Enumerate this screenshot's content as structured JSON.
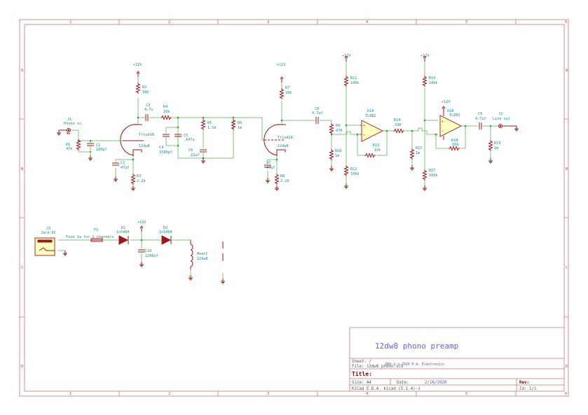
{
  "sheet": {
    "columns": [
      "1",
      "2",
      "3",
      "4",
      "5",
      "6"
    ],
    "rows": [
      "A",
      "B",
      "C",
      "D"
    ]
  },
  "title_block": {
    "title": "12dw8 phono preamp",
    "sheet_label": "Sheet: /",
    "file_label": "File: 12dw8 phono.sch",
    "comment": "REV 1 © 2020 P.A. Electronics",
    "title_label": "Title:",
    "size_label": "Size: A4",
    "date_label": "Date:",
    "date_value": "2/16/2020",
    "rev_label": "Rev:",
    "tool_label": "KiCad E.D.A.  kicad (5.1.4)-1",
    "id_label": "Id: 1/1"
  },
  "power": {
    "vcc": "+12V"
  },
  "parts": {
    "J1": {
      "ref": "J1",
      "value": "Phono in"
    },
    "R1": {
      "ref": "R1",
      "value": "47k"
    },
    "C1": {
      "ref": "C1",
      "value": "180pf"
    },
    "V1": {
      "ref": "Triod1B",
      "value": "12dw8"
    },
    "R2": {
      "ref": "R2",
      "value": "18k"
    },
    "C2": {
      "ref": "C2",
      "value": "47uf"
    },
    "R3": {
      "ref": "R3",
      "value": "2.2k"
    },
    "C3": {
      "ref": "C3",
      "value": "4.7u"
    },
    "R4": {
      "ref": "R4",
      "value": "10k"
    },
    "C4": {
      "ref": "C4",
      "value": "1500pf"
    },
    "C5": {
      "ref": "C5",
      "value": ".047u"
    },
    "R5": {
      "ref": "R5",
      "value": "1.5k"
    },
    "C6": {
      "ref": "C6",
      "value": ".22uf"
    },
    "R6": {
      "ref": "R6",
      "value": "1m"
    },
    "V2": {
      "ref": "Triod2A",
      "value": "12dw8"
    },
    "R7": {
      "ref": "R7",
      "value": "18k"
    },
    "C7": {
      "ref": "C7",
      "value": "47uf"
    },
    "R8": {
      "ref": "R8",
      "value": "2.2k"
    },
    "C8": {
      "ref": "C8",
      "value": "4.7uf"
    },
    "R9": {
      "ref": "R9",
      "value": "470"
    },
    "R10": {
      "ref": "R10",
      "value": "1m"
    },
    "R11": {
      "ref": "R11",
      "value": "100k"
    },
    "R12": {
      "ref": "R12",
      "value": "100k"
    },
    "U1A": {
      "ref": "U1A",
      "value": "TL082"
    },
    "R13": {
      "ref": "R13",
      "value": "10k"
    },
    "R14": {
      "ref": "R14",
      "value": "330"
    },
    "R15": {
      "ref": "R15",
      "value": "1m"
    },
    "R16": {
      "ref": "R16",
      "value": "100k"
    },
    "R17": {
      "ref": "R17",
      "value": "100k"
    },
    "U1B": {
      "ref": "U1B",
      "value": "TL082"
    },
    "R18": {
      "ref": "R18",
      "value": "10k"
    },
    "C9": {
      "ref": "C9",
      "value": "4.7uf"
    },
    "J2": {
      "ref": "J2",
      "value": "Line out"
    },
    "R19": {
      "ref": "R19",
      "value": "1m"
    },
    "J3": {
      "ref": "J3",
      "value": "Jack-DC"
    },
    "F1": {
      "ref": "F1",
      "value": "Fuse 1a for 2 channels"
    },
    "D1": {
      "ref": "D1",
      "value": "1n5404"
    },
    "C10": {
      "ref": "C10",
      "value": "2200uf"
    },
    "D2": {
      "ref": "D2",
      "value": "1n5404"
    },
    "HEAT": {
      "ref": "HeatC",
      "value": "12dw8"
    }
  }
}
